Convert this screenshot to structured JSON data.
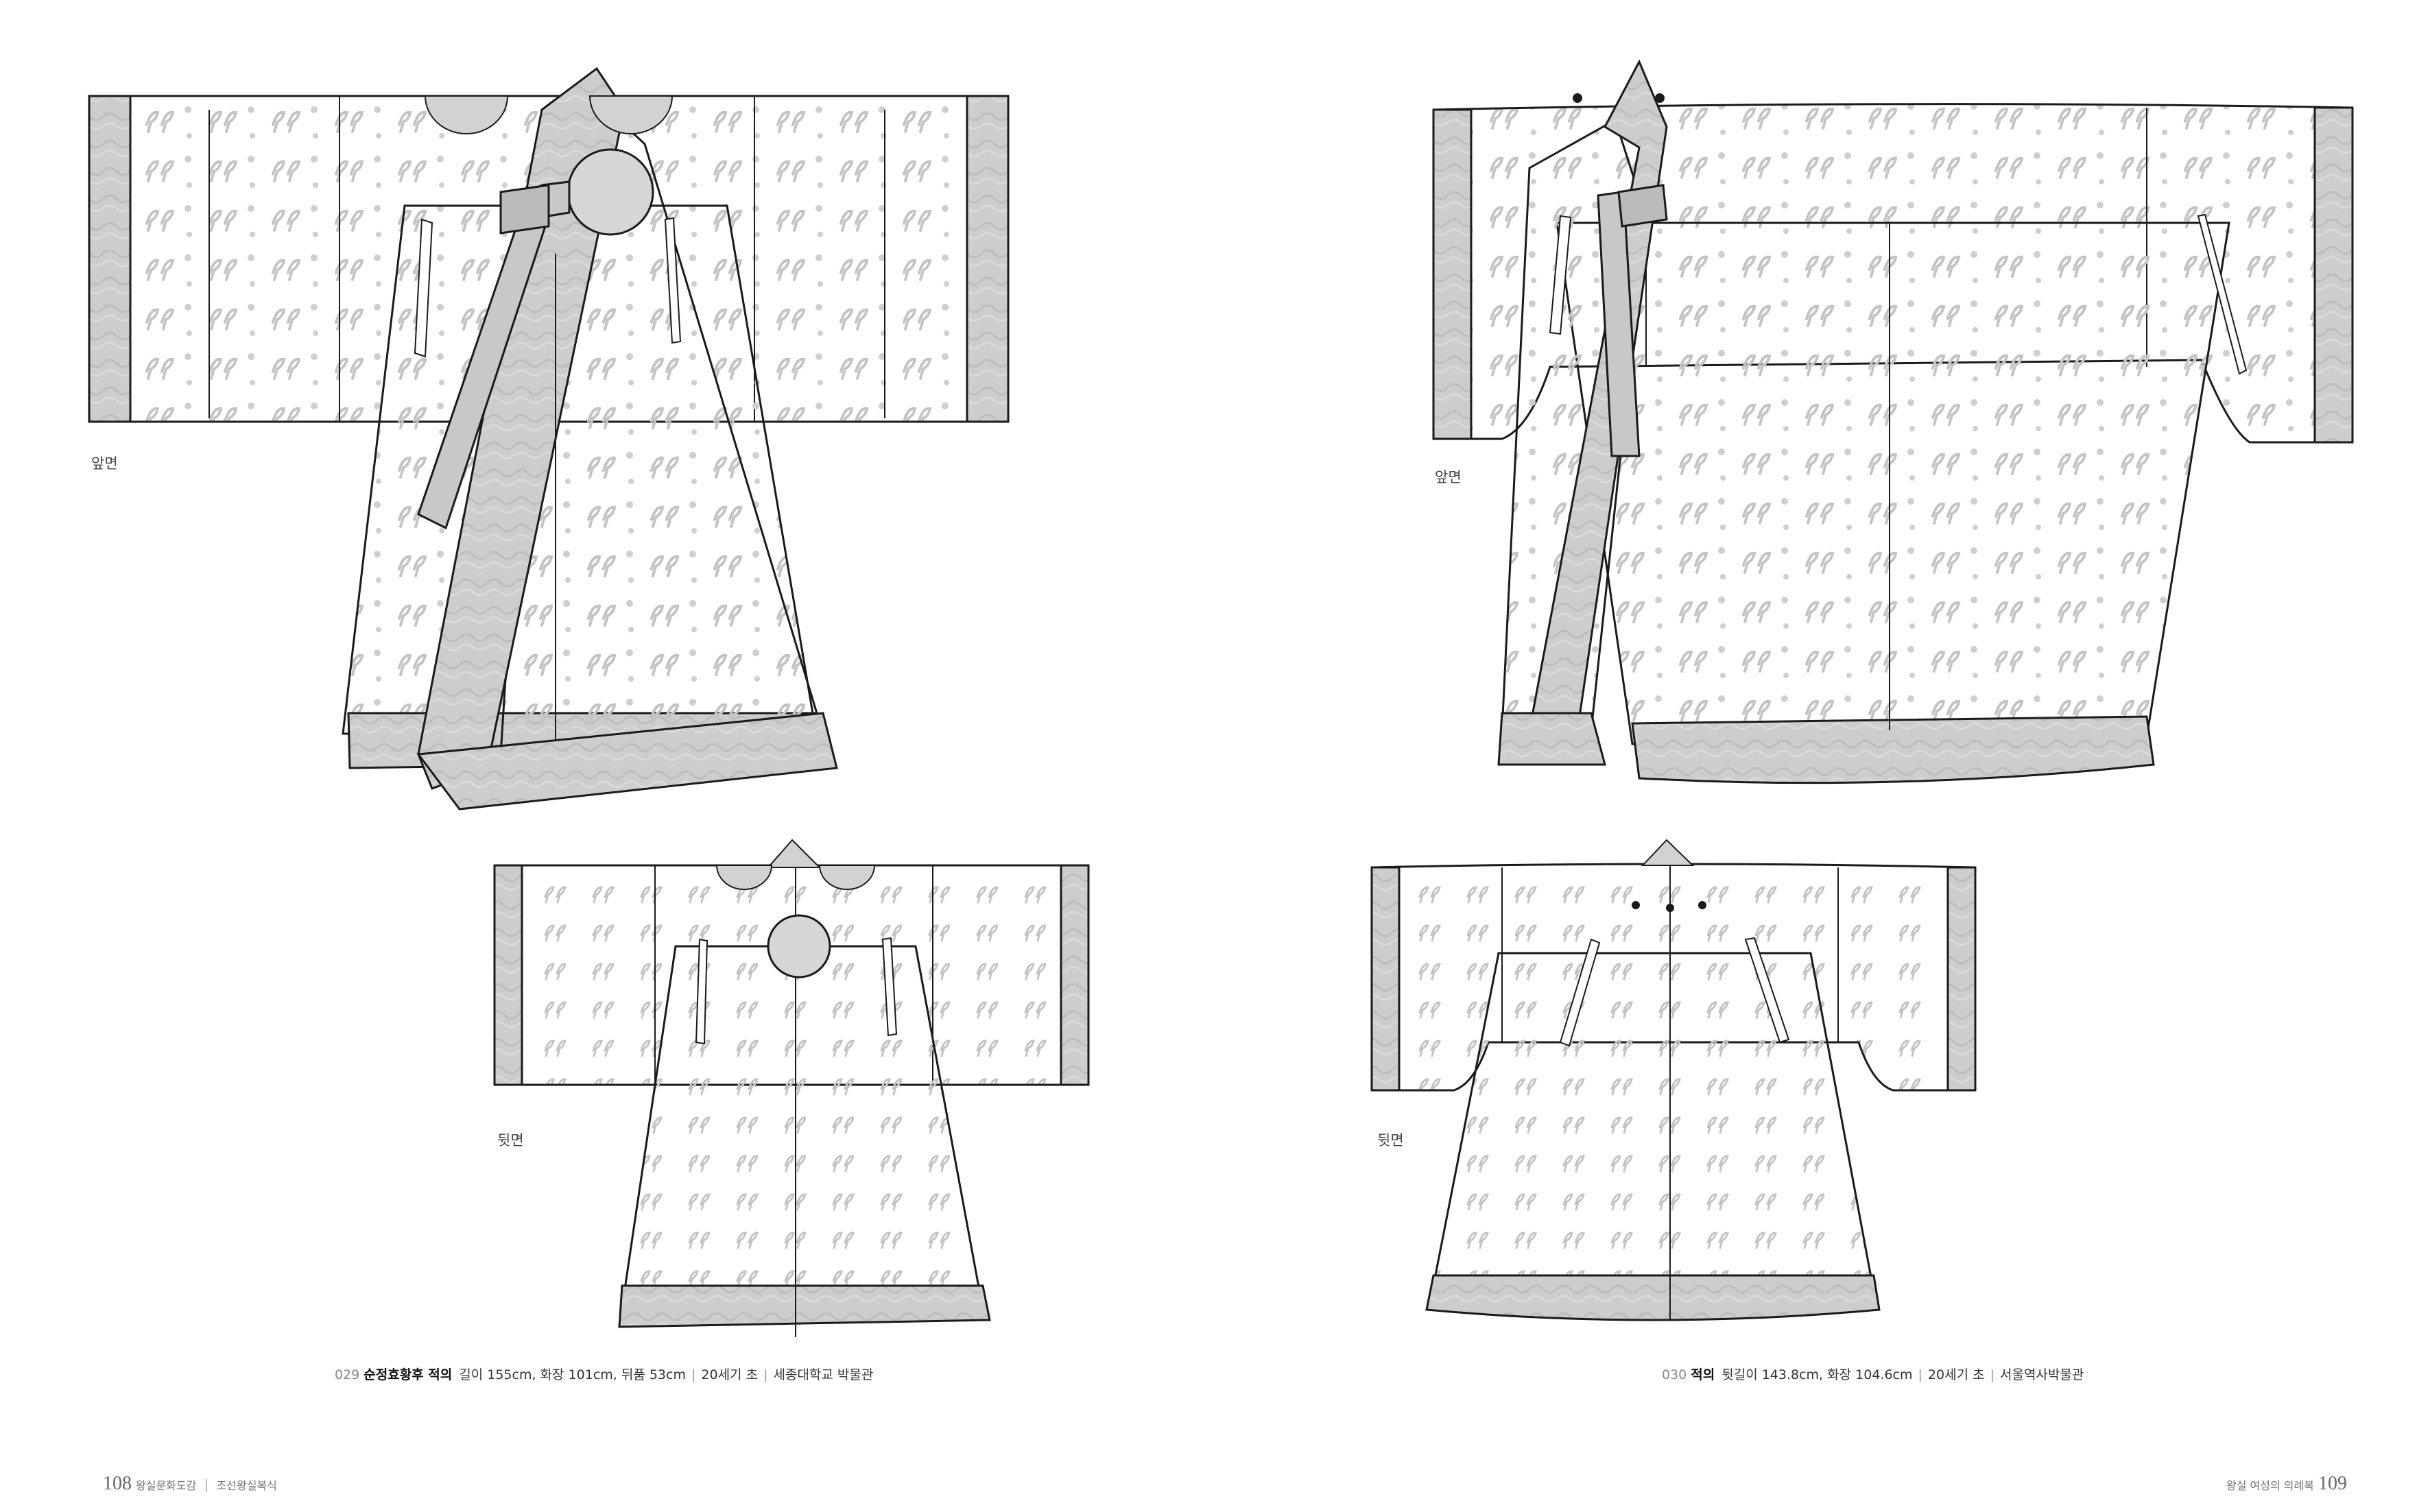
{
  "colors": {
    "trim": "#cdcdcd",
    "trim_dark": "#b4b4b4",
    "body": "#ffffff",
    "pattern": "#c9c9c9",
    "line": "#1a1a1a"
  },
  "views": {
    "left_front": "앞면",
    "left_back": "뒷면",
    "right_front": "앞면",
    "right_back": "뒷면"
  },
  "captions": [
    {
      "number": "029",
      "title": "순정효황후 적의",
      "measurements": "길이 155cm, 화장 101cm, 뒤품 53cm",
      "period": "20세기 초",
      "collection": "세종대학교 박물관"
    },
    {
      "number": "030",
      "title": "적의",
      "measurements": "뒷길이 143.8cm, 화장 104.6cm",
      "period": "20세기 초",
      "collection": "서울역사박물관"
    }
  ],
  "folio_left": {
    "page": "108",
    "book": "왕실문화도감",
    "subtitle": "조선왕실복식"
  },
  "folio_right": {
    "subtitle": "왕실 여성의 의례복",
    "page": "109"
  }
}
